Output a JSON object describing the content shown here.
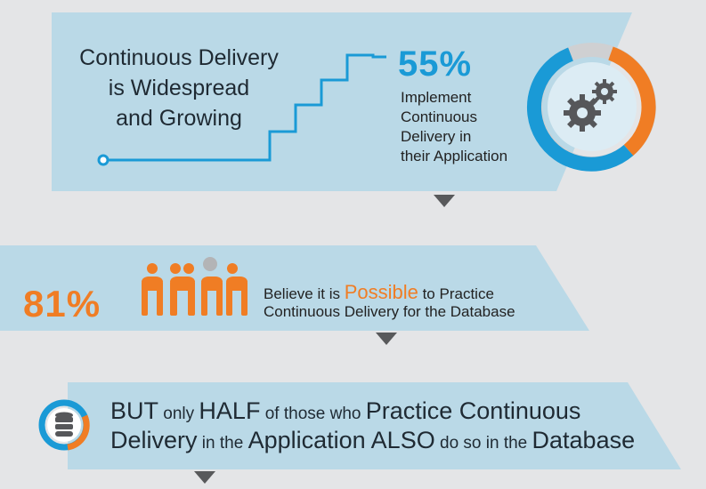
{
  "colors": {
    "background": "#e4e5e7",
    "panel": "#bad9e7",
    "blue": "#1a9ad6",
    "orange": "#f07d24",
    "grey": "#c7c8ca",
    "arrow": "#58595b"
  },
  "panel1": {
    "title_lines": [
      "Continuous Delivery",
      "is Widespread",
      "and Growing"
    ],
    "percent": "55%",
    "description_lines": [
      "Implement",
      "Continuous",
      "Delivery in",
      "their Application"
    ],
    "donut_percent": 55,
    "icon": "gears-icon"
  },
  "panel2": {
    "percent": "81%",
    "line1_start": "Believe it is ",
    "line1_emphasis": "Possible",
    "line1_end": " to Practice",
    "line2": "Continuous Delivery for the Database",
    "people_icons": [
      "person-icon",
      "person-icon",
      "person-icon",
      "person-icon"
    ]
  },
  "panel3": {
    "icon": "database-icon",
    "line1": [
      {
        "text": "BUT",
        "size": "large"
      },
      {
        "text": " only ",
        "size": "small"
      },
      {
        "text": "HALF",
        "size": "large"
      },
      {
        "text": " of those who ",
        "size": "small"
      },
      {
        "text": "Practice Continuous",
        "size": "large"
      }
    ],
    "line2": [
      {
        "text": "Delivery",
        "size": "large"
      },
      {
        "text": " in the ",
        "size": "small"
      },
      {
        "text": "Application ALSO",
        "size": "large"
      },
      {
        "text": " do so in the ",
        "size": "small"
      },
      {
        "text": "Database",
        "size": "large"
      }
    ]
  }
}
